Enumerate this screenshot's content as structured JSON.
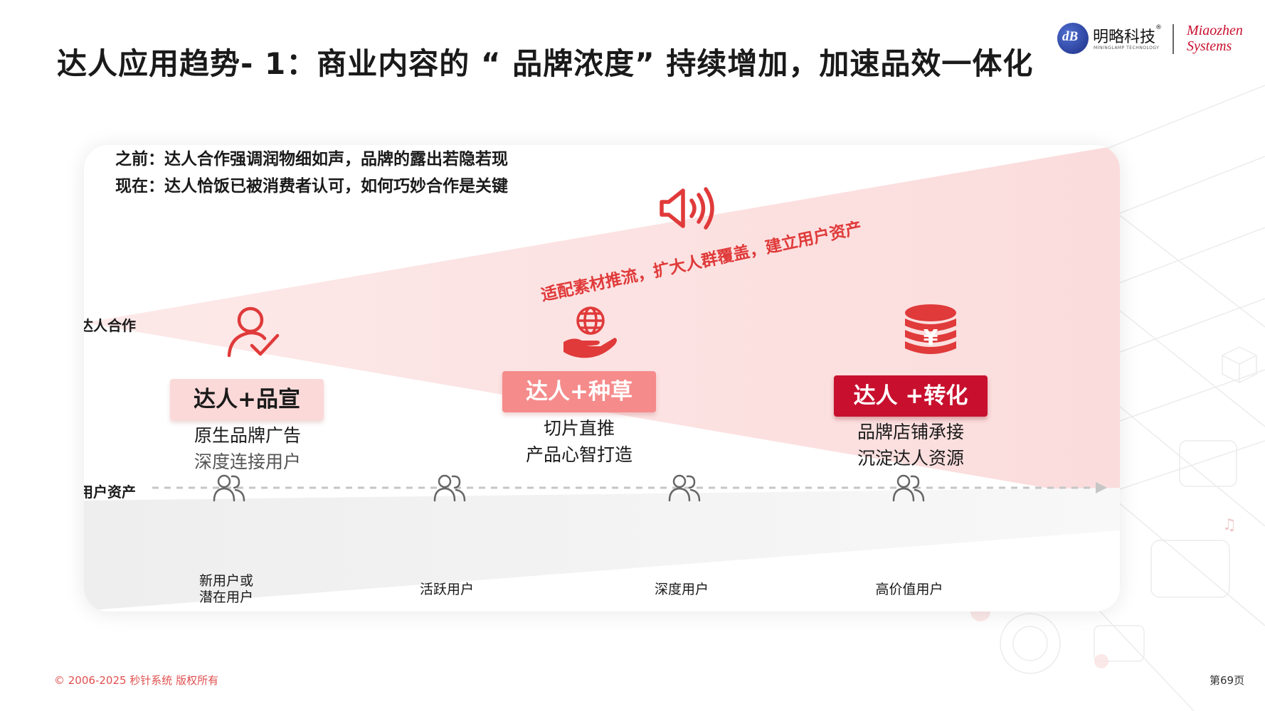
{
  "title": "达人应用趋势- 1：商业内容的 “ 品牌浓度” 持续增加，加速品效一体化",
  "logo": {
    "brand_cn": "明略科技",
    "brand_en": "MININGLAMP TECHNOLOGY",
    "partner": "Miaozhen Systems",
    "partner_line1": "Miaozhen",
    "partner_line2": "Systems"
  },
  "intro": {
    "before": "之前：达人合作强调润物细如声，品牌的露出若隐若现",
    "now": "现在：达人恰饭已被消费者认可，如何巧妙合作是关键"
  },
  "slogan": "适配素材推流，扩大人群覆盖，建立用户资产",
  "row_labels": {
    "cooperation": "达人合作",
    "user_assets": "用户资产"
  },
  "stages": [
    {
      "badge": "达人+品宣",
      "line1": "原生品牌广告",
      "line2": "深度连接用户",
      "icon": "user-check-icon"
    },
    {
      "badge": "达人+种草",
      "line1": "切片直推",
      "line2": "产品心智打造",
      "icon": "globe-hand-icon"
    },
    {
      "badge": "达人 +转化",
      "line1": "品牌店铺承接",
      "line2": "沉淀达人资源",
      "icon": "yen-coins-icon"
    }
  ],
  "user_assets": [
    {
      "line1": "新用户或",
      "line2": "潜在用户"
    },
    {
      "line1": "活跃用户",
      "line2": ""
    },
    {
      "line1": "深度用户",
      "line2": ""
    },
    {
      "line1": "高价值用户",
      "line2": ""
    }
  ],
  "footer": {
    "copyright": "© 2006-2025 秒针系统 版权所有",
    "page": "第69页"
  },
  "colors": {
    "accent": "#c8102e",
    "accent_light": "#f58b8b",
    "accent_pale": "#fbd9d9",
    "slogan": "#e03a3a"
  }
}
